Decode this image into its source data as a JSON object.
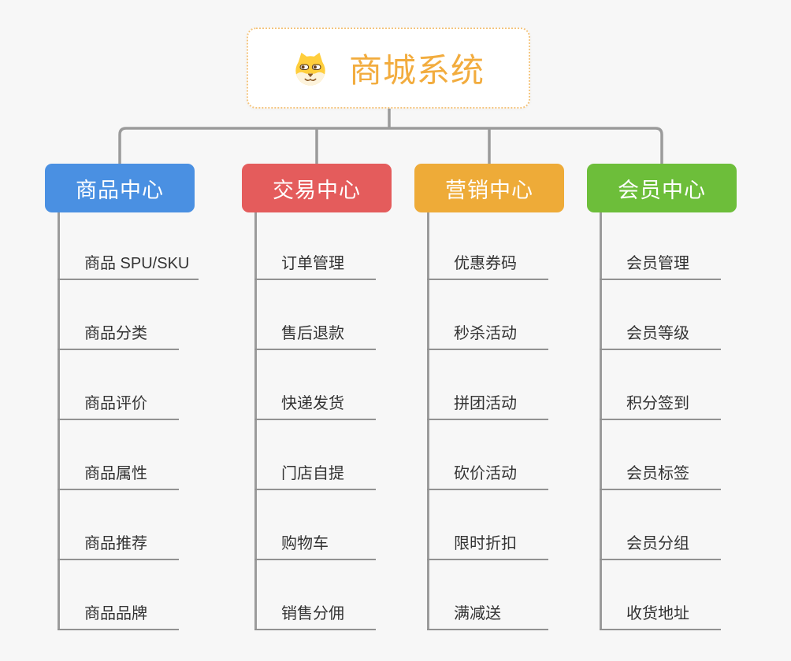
{
  "canvas": {
    "background_color": "#f7f7f7",
    "connector_color": "#9b9b9b"
  },
  "root": {
    "title": "商城系统",
    "icon": "dog-face-icon",
    "title_color": "#f2ac3e",
    "border_color": "#f4c57f"
  },
  "branches": [
    {
      "label": "商品中心",
      "color": "#4a90e2",
      "items": [
        "商品 SPU/SKU",
        "商品分类",
        "商品评价",
        "商品属性",
        "商品推荐",
        "商品品牌"
      ]
    },
    {
      "label": "交易中心",
      "color": "#e45c5c",
      "items": [
        "订单管理",
        "售后退款",
        "快递发货",
        "门店自提",
        "购物车",
        "销售分佣"
      ]
    },
    {
      "label": "营销中心",
      "color": "#eeab38",
      "items": [
        "优惠券码",
        "秒杀活动",
        "拼团活动",
        "砍价活动",
        "限时折扣",
        "满减送"
      ]
    },
    {
      "label": "会员中心",
      "color": "#6dbe3a",
      "items": [
        "会员管理",
        "会员等级",
        "积分签到",
        "会员标签",
        "会员分组",
        "收货地址"
      ]
    }
  ]
}
